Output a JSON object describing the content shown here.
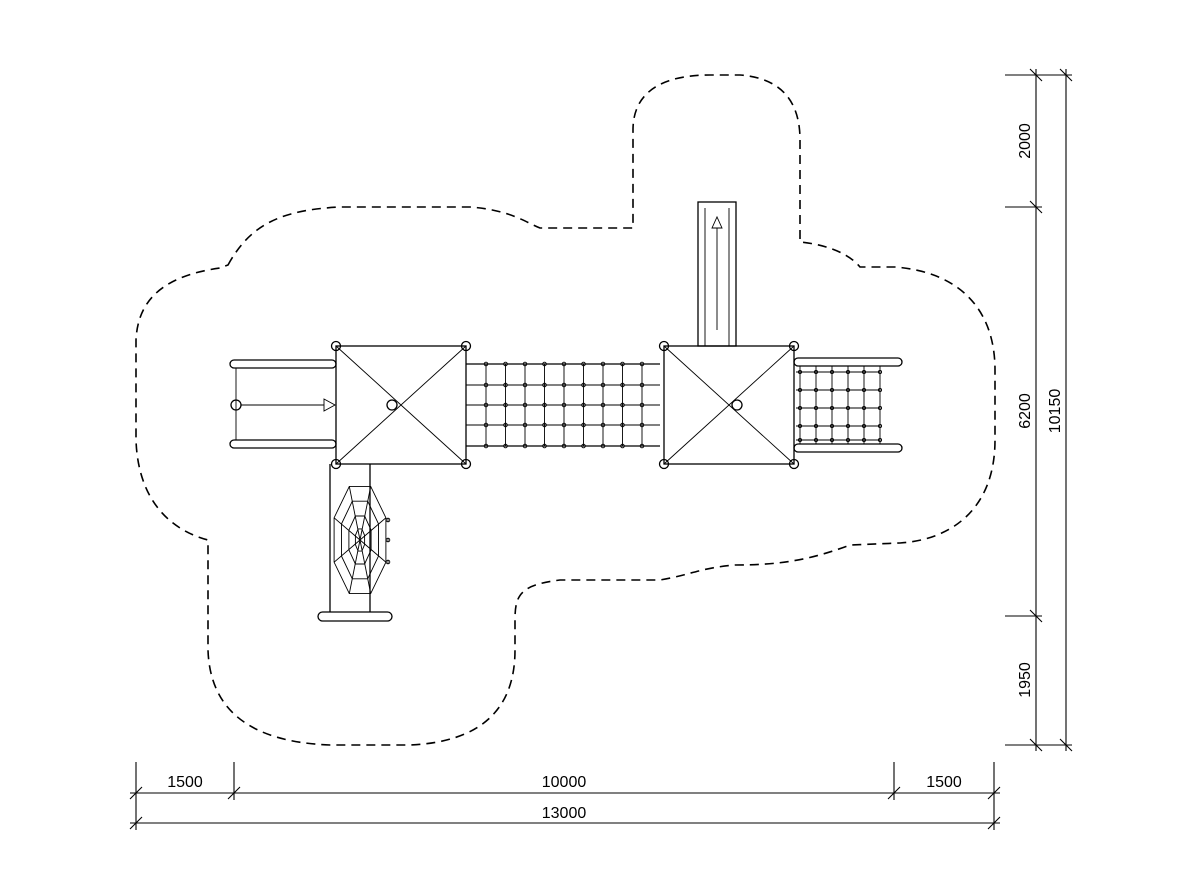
{
  "dimensions": {
    "horizontal": {
      "left_margin": "1500",
      "middle": "10000",
      "right_margin": "1500",
      "total": "13000"
    },
    "vertical": {
      "top": "2000",
      "middle": "6200",
      "bottom": "1950",
      "total": "10150"
    }
  },
  "colors": {
    "line": "#000000",
    "background": "#ffffff"
  },
  "elements": {
    "towers": 2,
    "climbing_net_bridge": true,
    "slides": 2,
    "spider_net_climber": 1,
    "safety_zone": "dashed outline"
  }
}
